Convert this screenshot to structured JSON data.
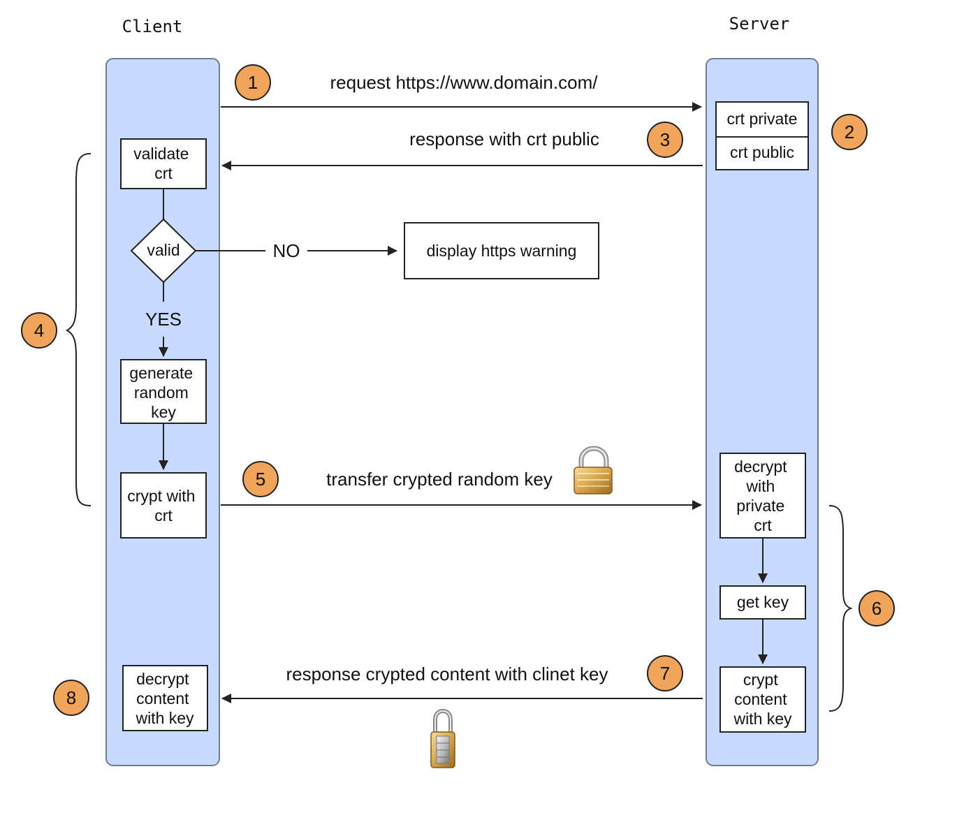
{
  "lanes": {
    "client_title": "Client",
    "server_title": "Server"
  },
  "messages": {
    "request": "request https://www.domain.com/",
    "response_public": "response with crt public",
    "transfer_key": "transfer crypted random key",
    "response_content": "response crypted content with clinet key"
  },
  "client_steps": {
    "validate_crt": [
      "validate",
      "crt"
    ],
    "valid": "valid",
    "no": "NO",
    "yes": "YES",
    "warning": "display https warning",
    "generate_key": [
      "generate",
      "random",
      "key"
    ],
    "crypt_with_crt": [
      "crypt with",
      "crt"
    ],
    "decrypt_content": [
      "decrypt",
      "content",
      "with key"
    ]
  },
  "server_steps": {
    "crt_private": "crt private",
    "crt_public": "crt public",
    "decrypt_private": [
      "decrypt",
      "with",
      "private",
      "crt"
    ],
    "get_key": "get key",
    "crypt_content": [
      "crypt",
      "content",
      "with key"
    ]
  },
  "badges": [
    "1",
    "2",
    "3",
    "4",
    "5",
    "6",
    "7",
    "8"
  ],
  "icons": {
    "padlock": "padlock-icon",
    "combination_lock": "combination-lock-icon"
  },
  "colors": {
    "lane_fill": "#c8dafd",
    "lane_stroke": "#6e7d96",
    "badge_fill": "#f0a45c",
    "badge_stroke": "#222222",
    "line": "#222222"
  }
}
